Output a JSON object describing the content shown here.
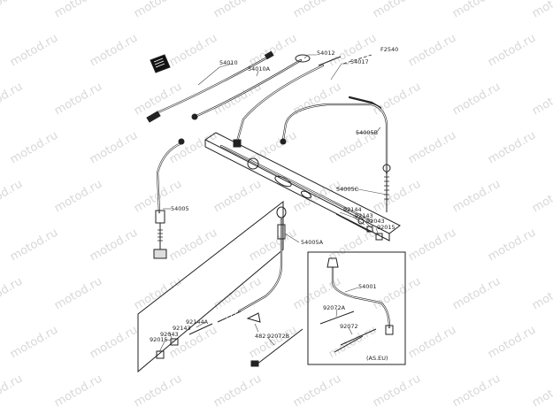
{
  "figure_code": "F2540",
  "watermark": "motod.ru",
  "region_note": "(AS.EU)",
  "parts": [
    {
      "id": "54010"
    },
    {
      "id": "54010A"
    },
    {
      "id": "54012"
    },
    {
      "id": "54017"
    },
    {
      "id": "54005B"
    },
    {
      "id": "54005C"
    },
    {
      "id": "54005"
    },
    {
      "id": "92144"
    },
    {
      "id": "92143"
    },
    {
      "id": "92043"
    },
    {
      "id": "92015"
    },
    {
      "id": "54005A"
    },
    {
      "id": "54001"
    },
    {
      "id": "92072A"
    },
    {
      "id": "92072"
    },
    {
      "id": "92144A"
    },
    {
      "id": "92143"
    },
    {
      "id": "92043"
    },
    {
      "id": "92015"
    },
    {
      "id": "92072B"
    },
    {
      "id": "482"
    }
  ]
}
